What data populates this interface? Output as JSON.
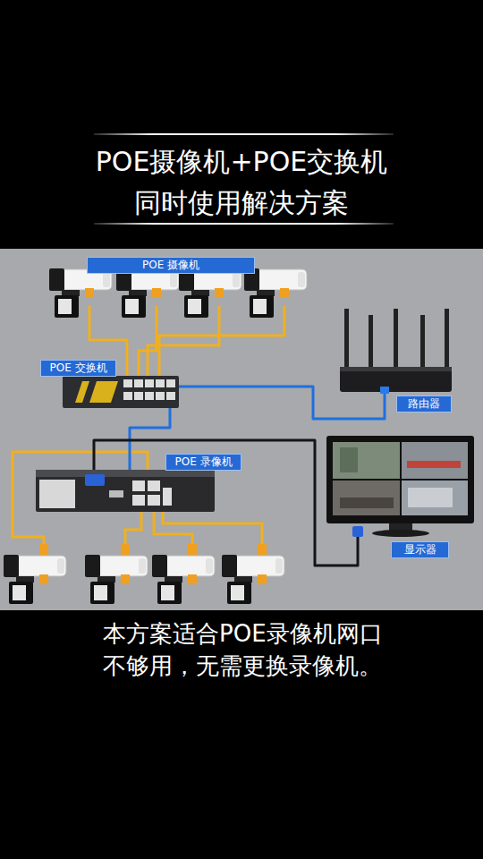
{
  "diagram": {
    "title": "POE摄像机+POE交换机 同时使用解决方案",
    "caption": "本方案适合POE录像机网口 不够用，无需更换录像机。",
    "nodes": [
      {
        "text": [
          "POE 摄像机"
        ]
      },
      {
        "text": [
          "POE 交换机"
        ]
      },
      {
        "text": [
          "路由器"
        ]
      },
      {
        "text": [
          "POE 录像机"
        ]
      },
      {
        "text": [
          "显示器"
        ]
      }
    ],
    "edges": [
      {
        "from": 0,
        "to": 1,
        "arrow": "none"
      },
      {
        "from": 1,
        "to": 2,
        "arrow": "none"
      },
      {
        "from": 1,
        "to": 3,
        "arrow": "none"
      },
      {
        "from": 3,
        "to": 4,
        "arrow": "none"
      }
    ]
  }
}
